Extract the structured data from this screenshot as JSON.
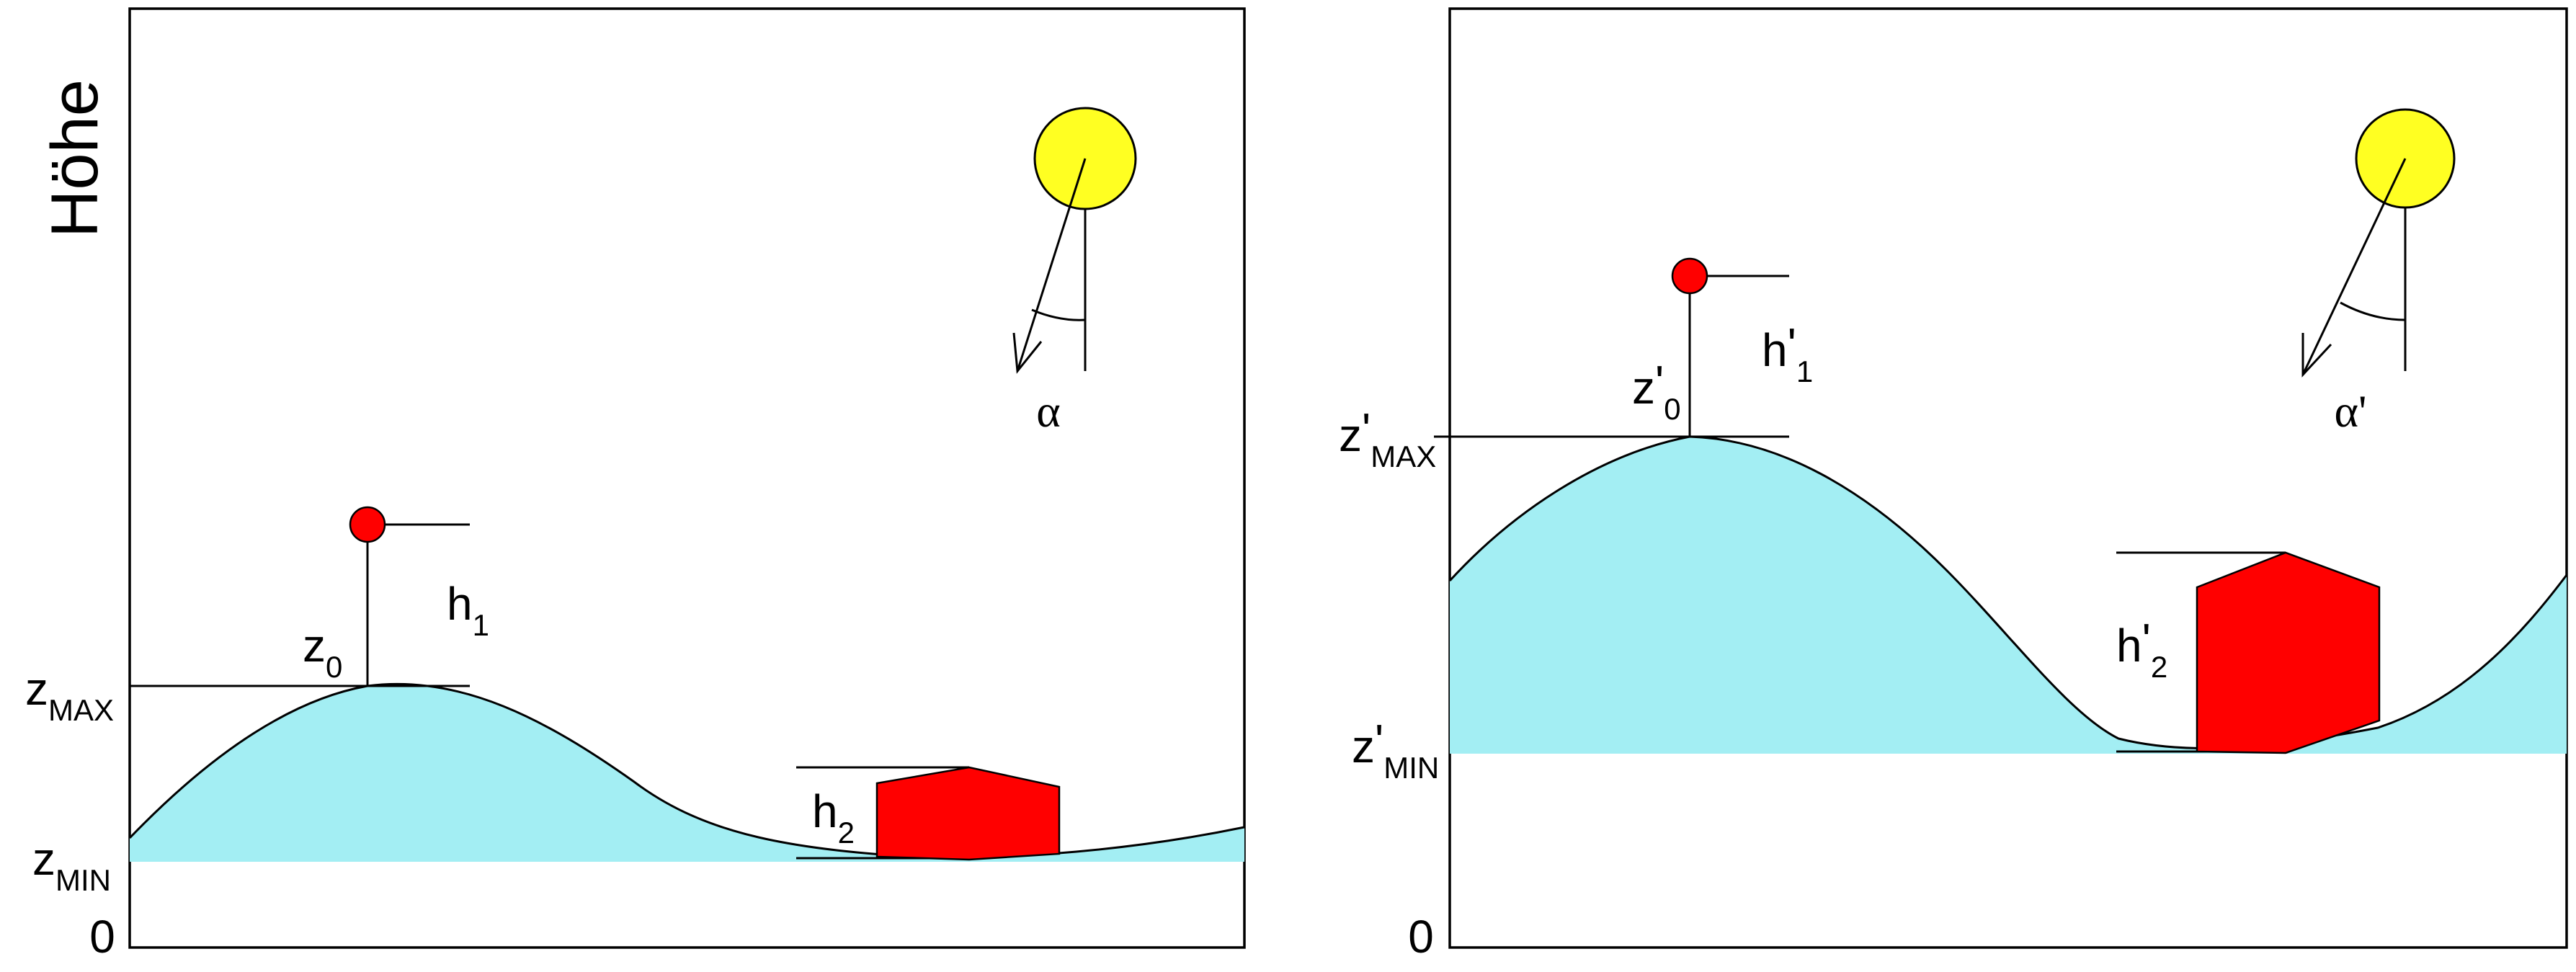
{
  "axis_title": "Höhe",
  "origin_label": "0",
  "colors": {
    "terrain": "#a3eef3",
    "building": "#ff0000",
    "sun": "#ffff22",
    "outline": "#000000",
    "background": "#ffffff"
  },
  "icons": [
    "sun-icon",
    "observer-point-icon",
    "building-icon"
  ],
  "left_panel": {
    "zmax": {
      "base": "z",
      "sub": "MAX"
    },
    "zmin": {
      "base": "z",
      "sub": "MIN"
    },
    "z0": {
      "base": "z",
      "sub": "0"
    },
    "h1": {
      "base": "h",
      "sub": "1"
    },
    "h2": {
      "base": "h",
      "sub": "2"
    },
    "angle": "α"
  },
  "right_panel": {
    "zmax": {
      "base": "z",
      "prime": "'",
      "sub": "MAX"
    },
    "zmin": {
      "base": "z",
      "prime": "'",
      "sub": "MIN"
    },
    "z0": {
      "base": "z",
      "prime": "'",
      "sub": "0"
    },
    "h1": {
      "base": "h",
      "prime": "'",
      "sub": "1"
    },
    "h2": {
      "base": "h",
      "prime": "'",
      "sub": "2"
    },
    "angle": "α'"
  }
}
